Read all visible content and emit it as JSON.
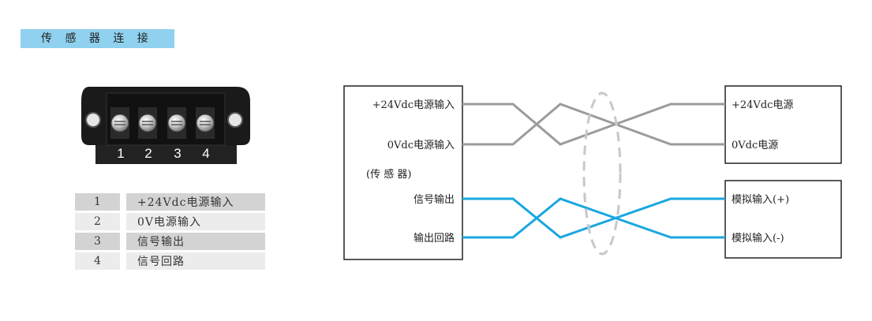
{
  "title": "传 感 器 连 接",
  "connector": {
    "pins": [
      "1",
      "2",
      "3",
      "4"
    ]
  },
  "pin_table": [
    {
      "num": "1",
      "desc": "+24Vdc电源输入"
    },
    {
      "num": "2",
      "desc": "0V电源输入"
    },
    {
      "num": "3",
      "desc": "信号输出"
    },
    {
      "num": "4",
      "desc": "信号回路"
    }
  ],
  "wiring": {
    "sensor_terminals": [
      "+24Vdc电源输入",
      "0Vdc电源输入",
      "(传 感 器)",
      "信号输出",
      "输出回路"
    ],
    "power_supply_terminals": [
      "+24Vdc电源",
      "0Vdc电源"
    ],
    "input_terminals": [
      "模拟输入(+)",
      "模拟输入(-)"
    ],
    "colors": {
      "power_wire": "#9b9b9b",
      "signal_wire": "#1aa7df",
      "shield": "#c8c8c8"
    }
  }
}
